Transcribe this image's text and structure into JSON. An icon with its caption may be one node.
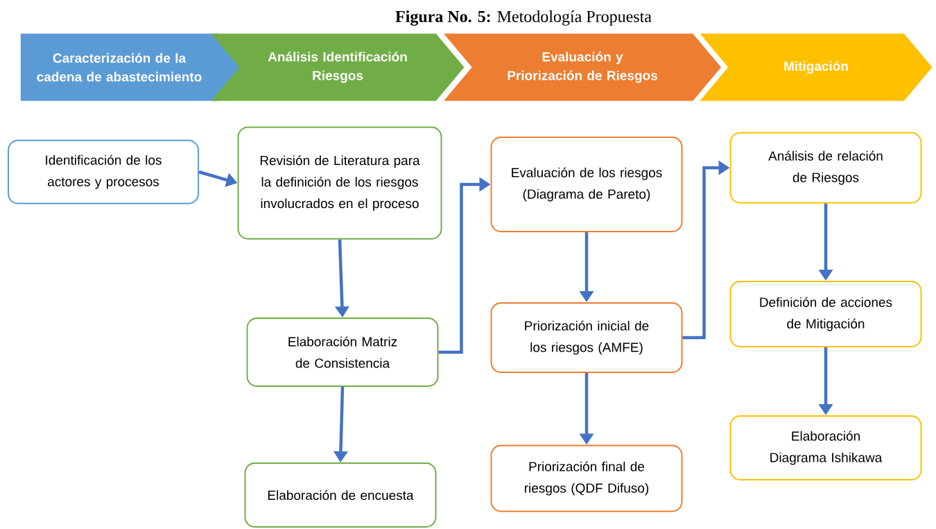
{
  "diagram": {
    "title": "**Figura No. 5:** Metodología Propuesta",
    "nodes": [
      {
        "text": [
          "Caracterización de la cadena de abastecimiento"
        ]
      },
      {
        "text": [
          "Análisis Identificación Riesgos"
        ]
      },
      {
        "text": [
          "Evaluación y Priorización de Riesgos"
        ]
      },
      {
        "text": [
          "Mitigación"
        ]
      },
      {
        "text": [
          "Identificación de los actores y procesos"
        ]
      },
      {
        "text": [
          "Revisión de Literatura para la definición de los riesgos involucrados en el proceso"
        ]
      },
      {
        "text": [
          "Elaboración Matriz de Consistencia"
        ]
      },
      {
        "text": [
          "Elaboración de encuesta"
        ]
      },
      {
        "text": [
          "Evaluación de los riesgos (Diagrama de Pareto)"
        ]
      },
      {
        "text": [
          "Priorización inicial de los riesgos (AMFE)"
        ]
      },
      {
        "text": [
          "Priorización final de riesgos (QDF Difuso)"
        ]
      },
      {
        "text": [
          "Análisis de relación de Riesgos"
        ]
      },
      {
        "text": [
          "Definición de acciones de Mitigación"
        ]
      },
      {
        "text": [
          "Elaboración Diagrama Ishikawa"
        ]
      }
    ],
    "edges": [
      {
        "from": 4,
        "to": 5,
        "arrow": "to"
      },
      {
        "from": 5,
        "to": 6,
        "arrow": "to"
      },
      {
        "from": 6,
        "to": 7,
        "arrow": "to"
      },
      {
        "from": 6,
        "to": 8,
        "arrow": "to"
      },
      {
        "from": 8,
        "to": 9,
        "arrow": "to"
      },
      {
        "from": 9,
        "to": 10,
        "arrow": "to"
      },
      {
        "from": 9,
        "to": 11,
        "arrow": "to"
      },
      {
        "from": 11,
        "to": 12,
        "arrow": "to"
      },
      {
        "from": 12,
        "to": 13,
        "arrow": "to"
      }
    ]
  }
}
